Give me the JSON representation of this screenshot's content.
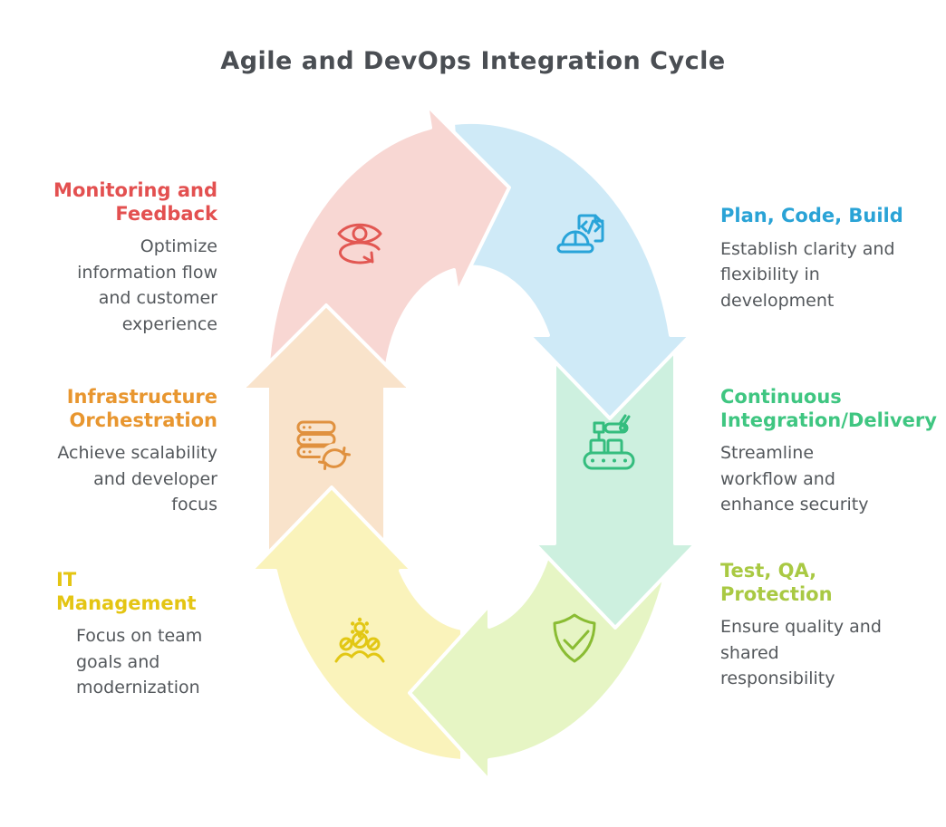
{
  "title": "Agile and DevOps Integration Cycle",
  "title_color": "#4a4e53",
  "background_color": "#ffffff",
  "body_text_color": "#54585c",
  "stages": [
    {
      "name": "monitoring-and-feedback",
      "heading": "Monitoring and Feedback",
      "description": "Optimize information flow and customer experience",
      "heading_color": "#e35050",
      "band_fill": "#f8d7d3",
      "icon_color": "#e25752",
      "icon": "eye-sync-icon"
    },
    {
      "name": "plan-code-build",
      "heading": "Plan, Code, Build",
      "description": "Establish clarity and flexibility in development",
      "heading_color": "#2aa3d6",
      "band_fill": "#cfeaf7",
      "icon_color": "#29a4d9",
      "icon": "code-helmet-icon"
    },
    {
      "name": "continuous-integration-delivery",
      "heading": "Continuous Integration/Delivery",
      "description": "Streamline workflow and enhance security",
      "heading_color": "#3fc681",
      "band_fill": "#cdf0df",
      "icon_color": "#34bd7e",
      "icon": "assembly-line-icon"
    },
    {
      "name": "test-qa-protection",
      "heading": "Test, QA, Protection",
      "description": "Ensure quality and shared responsibility",
      "heading_color": "#a9c943",
      "band_fill": "#e6f5c4",
      "icon_color": "#8abc33",
      "icon": "shield-check-icon"
    },
    {
      "name": "it-management",
      "heading": "IT Management",
      "description": "Focus on team goals and modernization",
      "heading_color": "#e4c513",
      "band_fill": "#faf3bb",
      "icon_color": "#e2c714",
      "icon": "team-gear-icon"
    },
    {
      "name": "infrastructure-orchestration",
      "heading": "Infrastructure Orchestration",
      "description": "Achieve scalability and developer focus",
      "heading_color": "#e8962f",
      "band_fill": "#f9e3cb",
      "icon_color": "#e0913f",
      "icon": "server-sync-icon"
    }
  ]
}
